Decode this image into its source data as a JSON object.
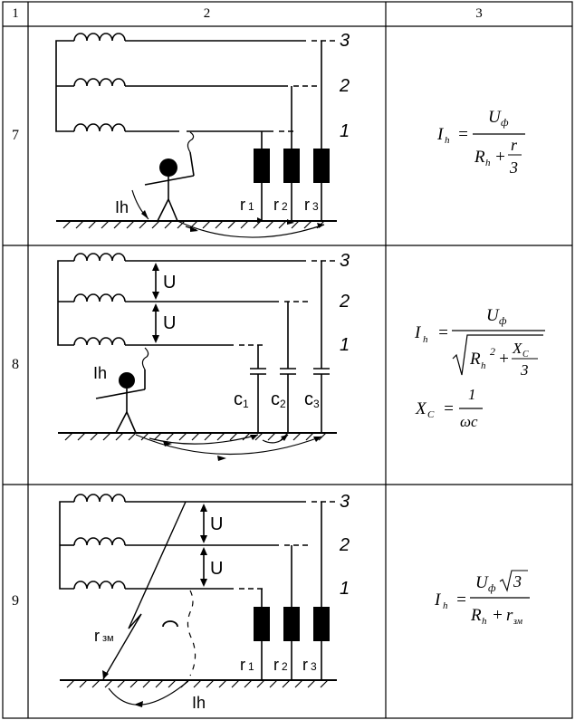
{
  "header": {
    "col1": "1",
    "col2": "2",
    "col3": "3"
  },
  "rows": [
    {
      "num": "7",
      "labels": {
        "l3": "3",
        "l2": "2",
        "l1": "1",
        "ih": "Ih",
        "r1": "r",
        "r1s": "1",
        "r2": "r",
        "r2s": "2",
        "r3": "r",
        "r3s": "3"
      },
      "formula": {
        "lhs": "I",
        "lhs_sub": "h",
        "eq": "=",
        "num": "U",
        "num_sub": "ф",
        "den_a": "R",
        "den_a_sub": "h",
        "plus": "+",
        "frac_num": "r",
        "frac_den": "3"
      }
    },
    {
      "num": "8",
      "labels": {
        "l3": "3",
        "l2": "2",
        "l1": "1",
        "ih": "Ih",
        "u1": "U",
        "u2": "U",
        "c1": "c",
        "c1s": "1",
        "c2": "c",
        "c2s": "2",
        "c3": "c",
        "c3s": "3"
      },
      "formula": {
        "lhs": "I",
        "lhs_sub": "h",
        "eq": "=",
        "num": "U",
        "num_sub": "ф",
        "r": "R",
        "r_sub": "h",
        "sq": "2",
        "plus": "+",
        "xc": "X",
        "xc_sub": "C",
        "three": "3",
        "x_lhs": "X",
        "x_lhs_sub": "C",
        "x_eq": "=",
        "x_num": "1",
        "x_den": "ωc"
      }
    },
    {
      "num": "9",
      "labels": {
        "l3": "3",
        "l2": "2",
        "l1": "1",
        "ih": "Ih",
        "u1": "U",
        "u2": "U",
        "rzm": "r",
        "rzm_s": "зм",
        "r1": "r",
        "r1s": "1",
        "r2": "r",
        "r2s": "2",
        "r3": "r",
        "r3s": "3"
      },
      "formula": {
        "lhs": "I",
        "lhs_sub": "h",
        "eq": "=",
        "num": "U",
        "num_sub": "ф",
        "root": "3",
        "den_a": "R",
        "den_a_sub": "h",
        "plus": "+",
        "den_b": "r",
        "den_b_sub": "зм"
      }
    }
  ]
}
